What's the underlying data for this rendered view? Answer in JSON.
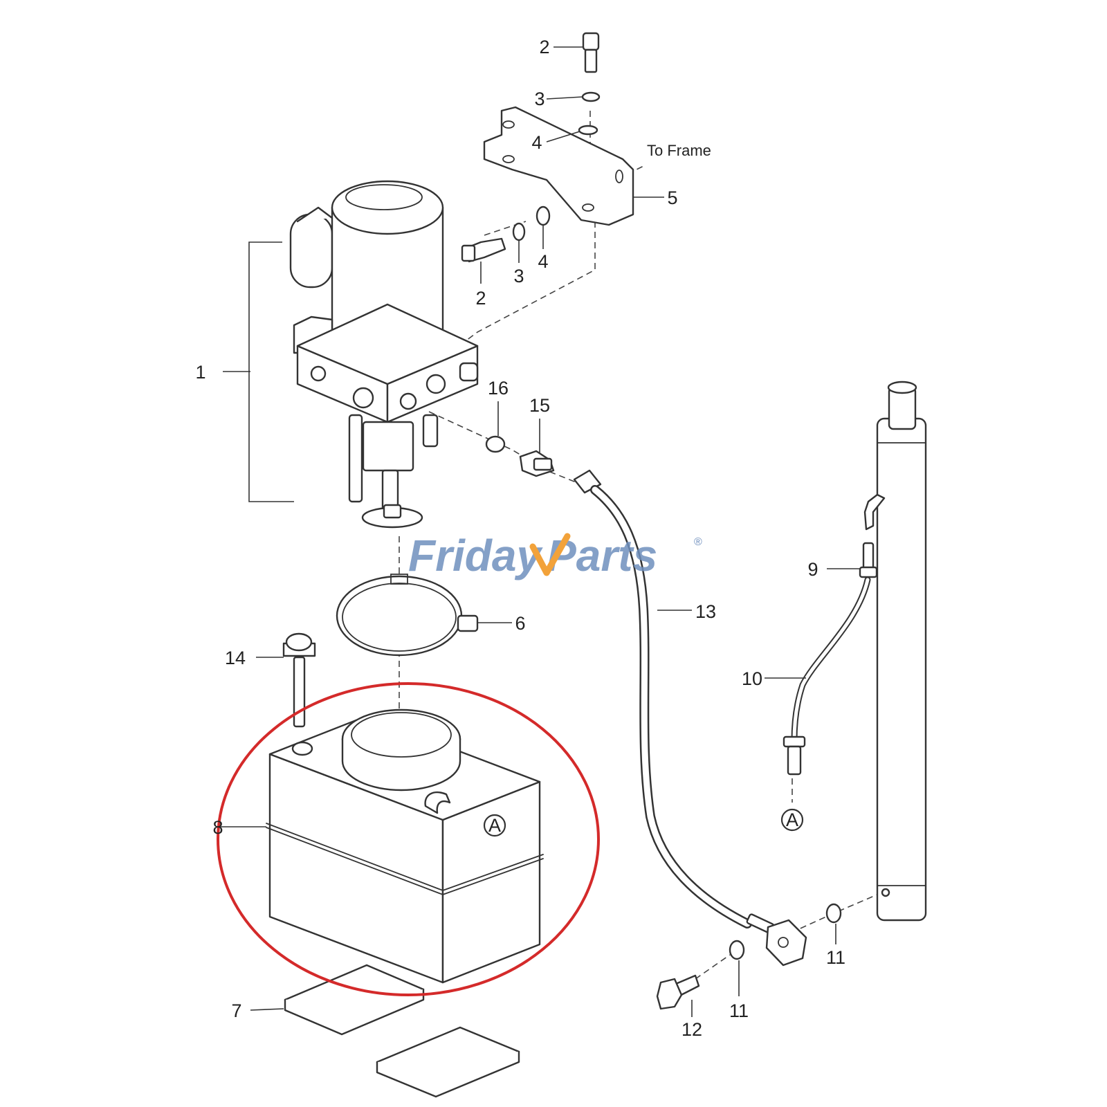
{
  "callouts": {
    "c1": "1",
    "c2a": "2",
    "c2b": "2",
    "c3a": "3",
    "c3b": "3",
    "c4a": "4",
    "c4b": "4",
    "c5": "5",
    "c6": "6",
    "c7": "7",
    "c8": "8",
    "c9": "9",
    "c10": "10",
    "c11a": "11",
    "c11b": "11",
    "c12": "12",
    "c13": "13",
    "c14": "14",
    "c15": "15",
    "c16": "16"
  },
  "notes": {
    "to_frame": "To Frame"
  },
  "connection_markers": {
    "a1": "A",
    "a2": "A"
  },
  "watermark": {
    "text_friday": "Friday",
    "text_parts": "Parts",
    "registered": "®"
  },
  "colors": {
    "highlight_ring": "#d42a2a",
    "watermark_blue": "#6f8fbd",
    "watermark_orange": "#f2a23a"
  }
}
